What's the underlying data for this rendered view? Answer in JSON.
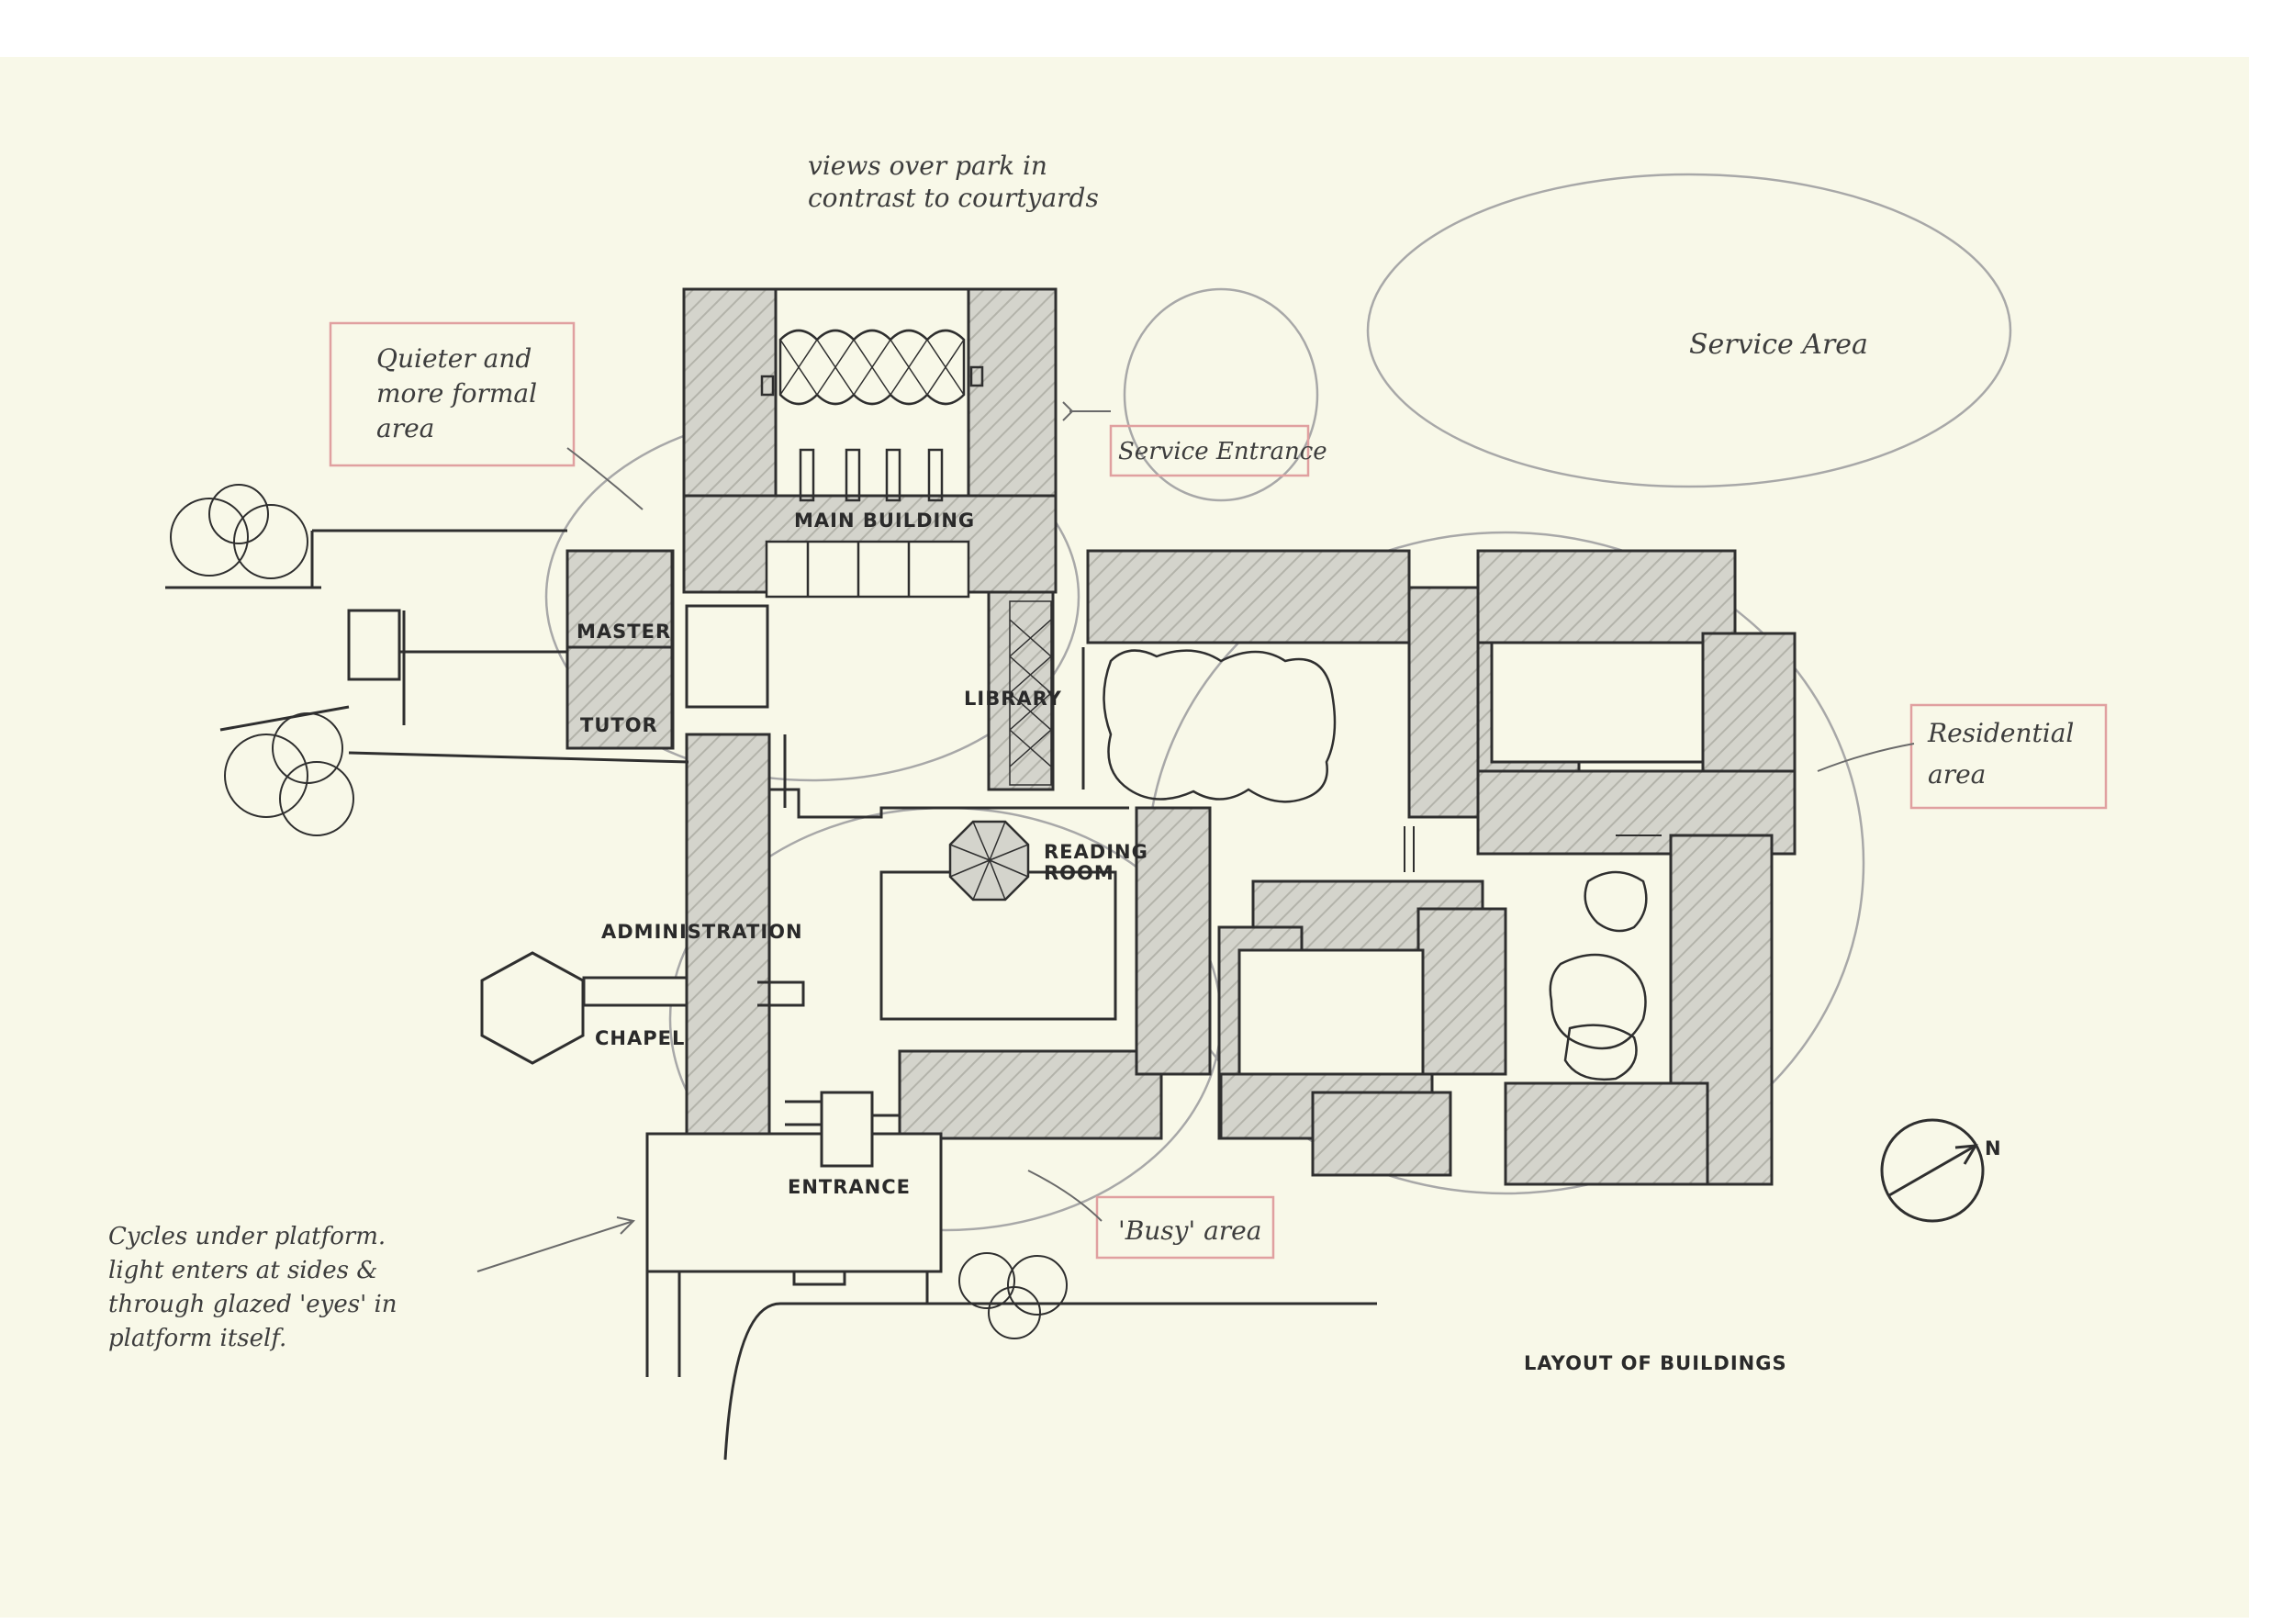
{
  "notes": {
    "views": [
      "views over park in",
      "contrast to courtyards"
    ],
    "quieter": [
      "Quieter and",
      "more formal",
      "area"
    ],
    "service_entrance": "Service Entrance",
    "service_area": "Service Area",
    "residential": [
      "Residential",
      "area"
    ],
    "busy": "'Busy' area",
    "cycles": [
      "Cycles under platform.",
      "light enters at sides &",
      "through glazed 'eyes' in",
      "platform itself."
    ]
  },
  "rooms": {
    "main_building": "MAIN BUILDING",
    "master": "MASTER",
    "tutor": "TUTOR",
    "library": "LIBRARY",
    "reading_room": [
      "READING",
      "ROOM"
    ],
    "administration": "ADMINISTRATION",
    "chapel": "CHAPEL",
    "entrance": "ENTRANCE"
  },
  "title": "LAYOUT OF BUILDINGS",
  "north_label": "N",
  "colors": {
    "paper": "#f8f8e8",
    "ink": "#2f2f2f",
    "shade": "#cfcfc6",
    "pencil": "#9a9a9a",
    "red_box": "#e0a0a0"
  }
}
